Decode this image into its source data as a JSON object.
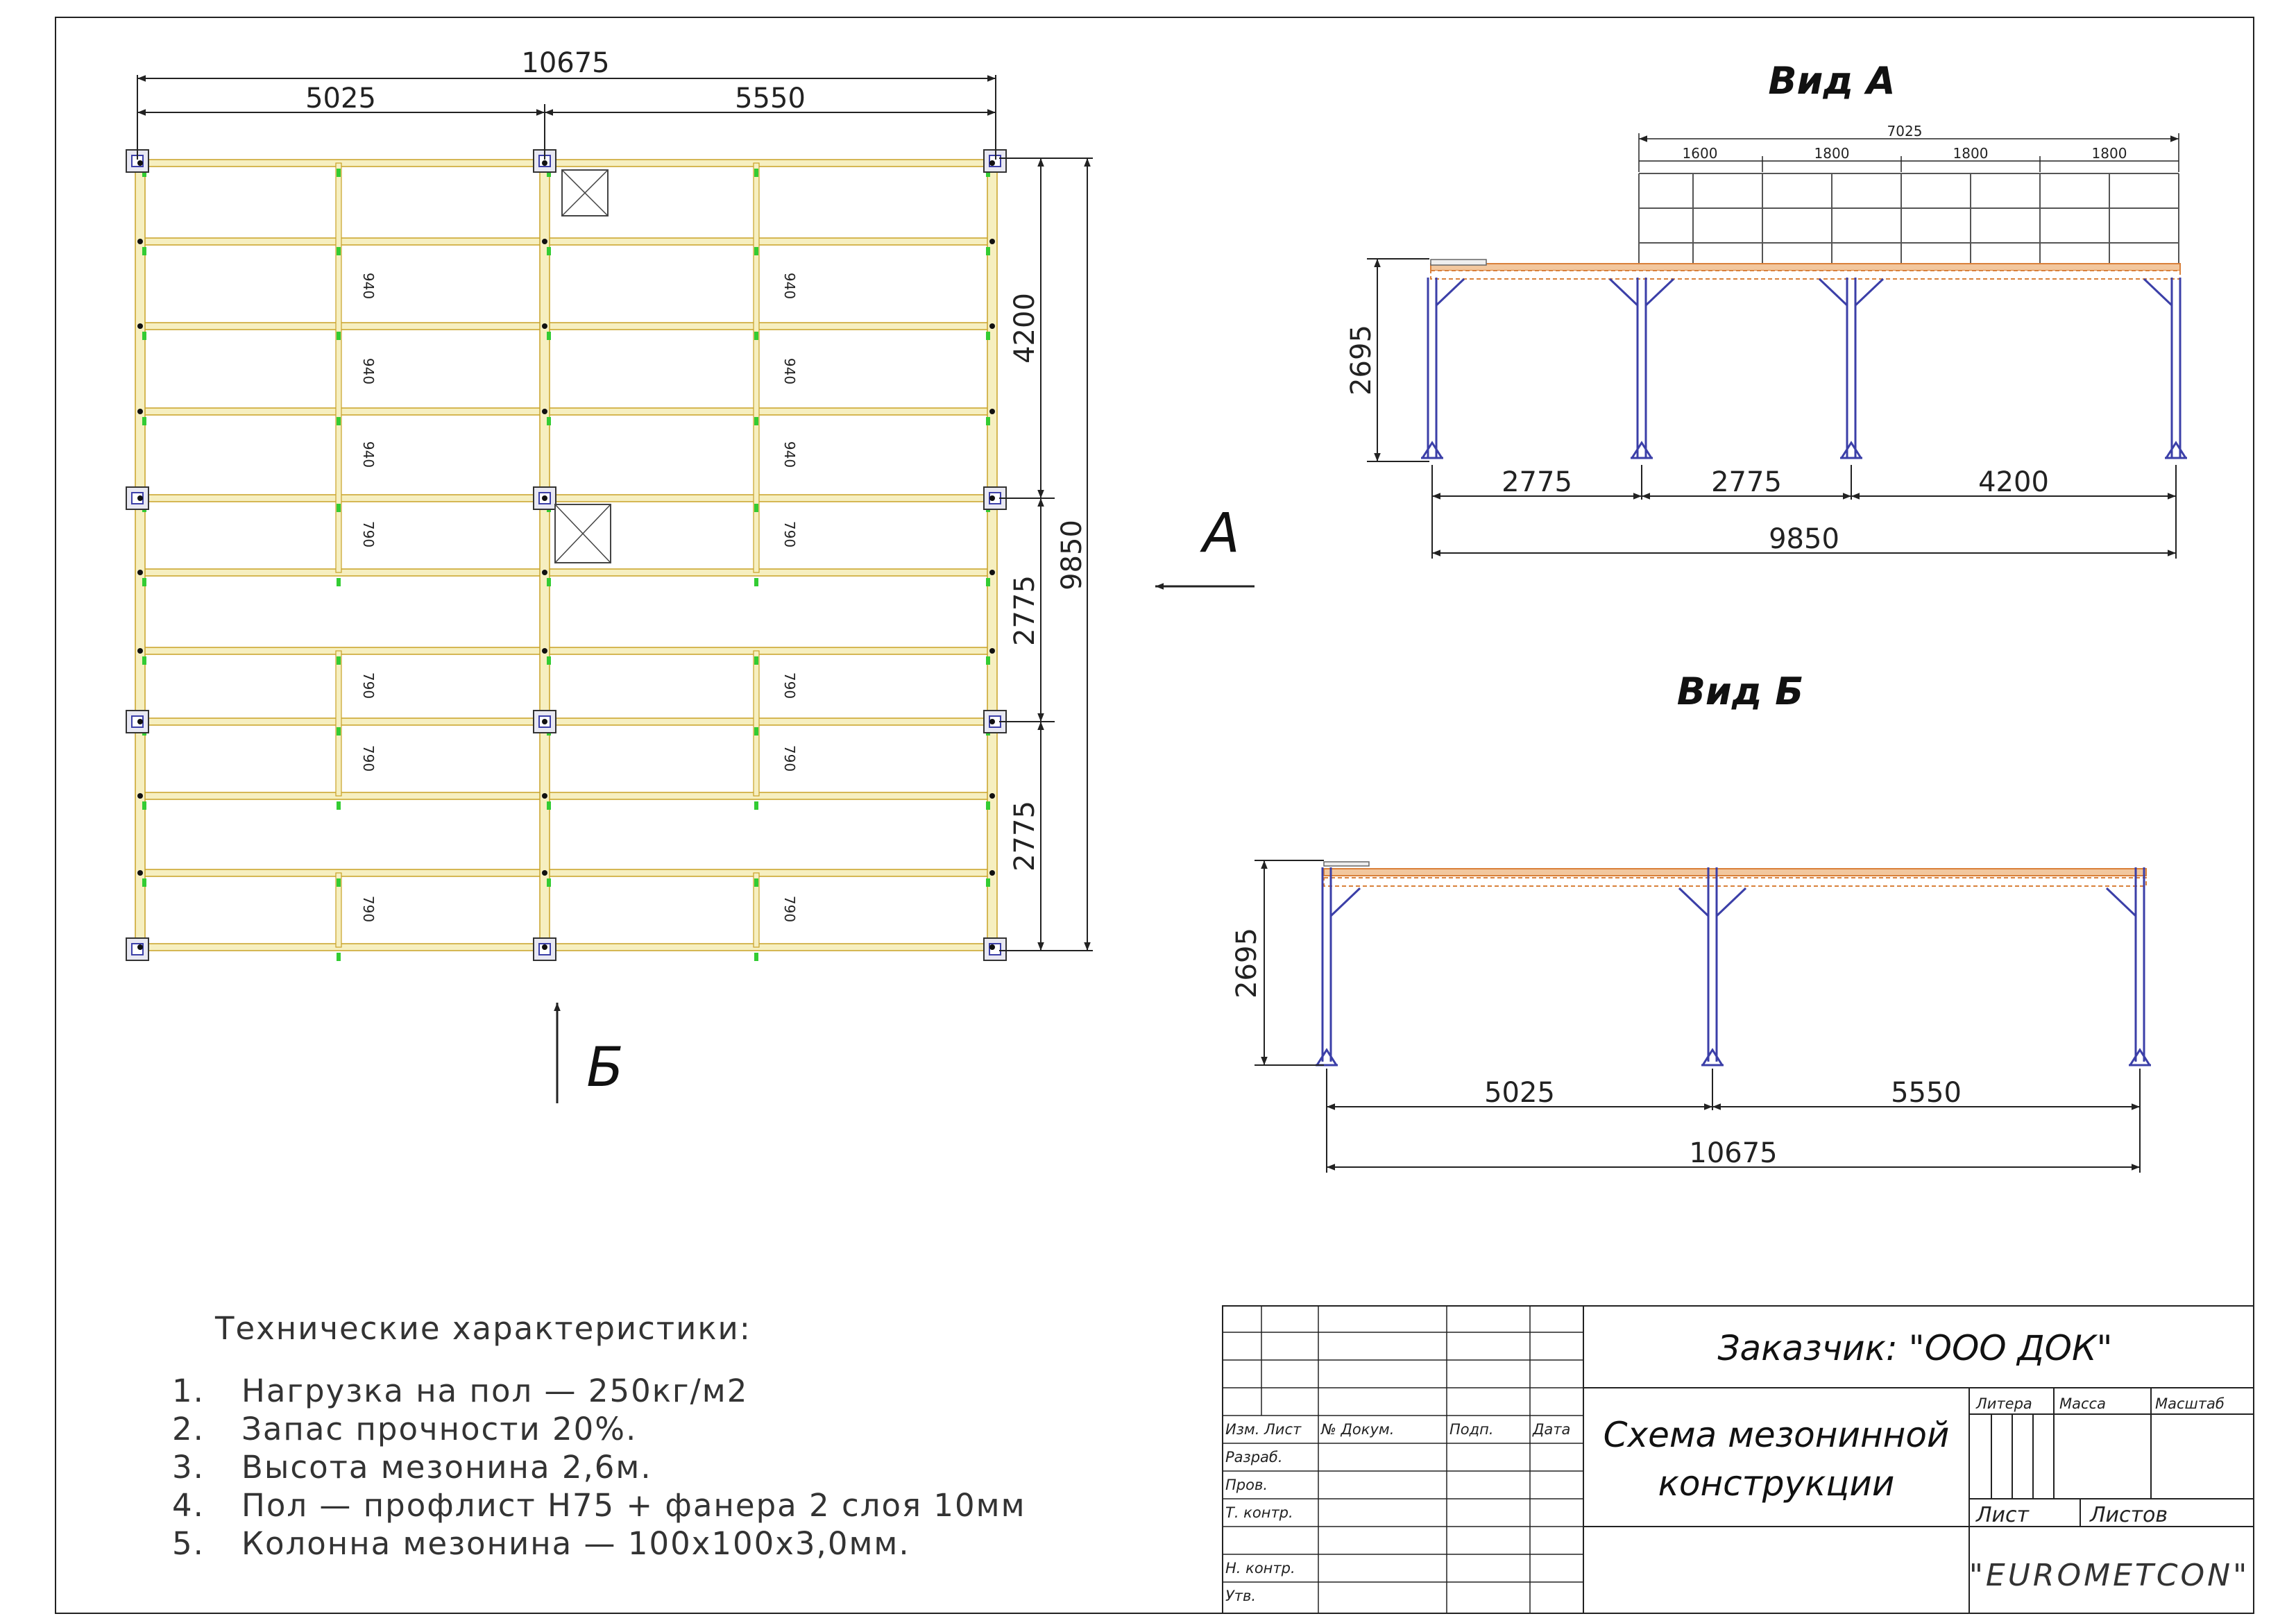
{
  "plan": {
    "dim_total_width": "10675",
    "dim_left_span": "5025",
    "dim_right_span": "5550",
    "dim_total_depth": "9850",
    "dim_seg_1": "4200",
    "dim_seg_2": "2775",
    "dim_seg_3": "2775",
    "inner_dims": [
      "940",
      "940",
      "940",
      "790",
      "790",
      "790",
      "790"
    ],
    "arrow_a_label": "А",
    "arrow_b_label": "Б"
  },
  "view_a": {
    "title": "Вид А",
    "railing_total": "7025",
    "railing_spans": [
      "1600",
      "1800",
      "1800",
      "1800"
    ],
    "height_dim": "2695",
    "spans": [
      "2775",
      "2775",
      "4200"
    ],
    "total": "9850"
  },
  "view_b": {
    "title": "Вид Б",
    "height_dim": "2695",
    "spans": [
      "5025",
      "5550"
    ],
    "total": "10675"
  },
  "specs": {
    "heading": "Технические характеристики:",
    "items": [
      {
        "num": "1.",
        "text": "Нагрузка на пол — 250кг/м2"
      },
      {
        "num": "2.",
        "text": "Запас прочности 20%."
      },
      {
        "num": "3.",
        "text": "Высота мезонина 2,6м."
      },
      {
        "num": "4.",
        "text": "Пол — профлист Н75 + фанера 2 слоя 10мм"
      },
      {
        "num": "5.",
        "text": "Колонна мезонина — 100х100х3,0мм."
      }
    ]
  },
  "title_block": {
    "customer": "Заказчик: \"ООО ДОК\"",
    "drawing_title_1": "Схема мезонинной",
    "drawing_title_2": "конструкции",
    "col_headers": [
      "Изм.",
      "Лист",
      "№ Докум.",
      "Подп.",
      "Дата"
    ],
    "roles": [
      "Разраб.",
      "Пров.",
      "Т. контр.",
      "Н. контр.",
      "Утв."
    ],
    "litera": "Литера",
    "massa": "Масса",
    "masshtab": "Масштаб",
    "list": "Лист",
    "listov": "Листов",
    "company": "\"EUROMETCON\""
  },
  "colors": {
    "beam_fill": "#f6efc0",
    "beam_edge": "#c9a227",
    "column": "#3b3fa8",
    "deck": "#d9803a",
    "marker_green": "#33cc33",
    "line": "#222222"
  }
}
